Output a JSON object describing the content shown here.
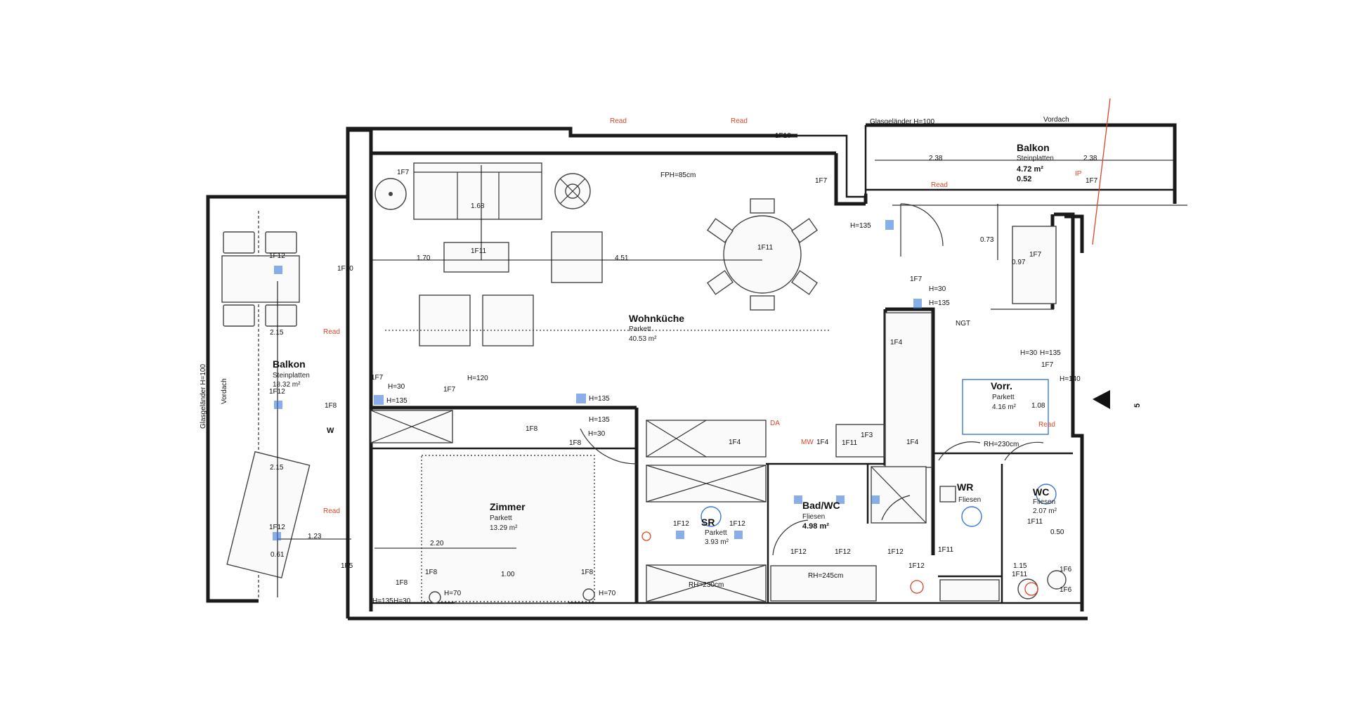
{
  "rooms": {
    "wohnkueche": {
      "name": "Wohnküche",
      "floor": "Parkett",
      "area": "40.53 m²"
    },
    "zimmer": {
      "name": "Zimmer",
      "floor": "Parkett",
      "area": "13.29 m²"
    },
    "balkon_left": {
      "name": "Balkon",
      "floor": "Steinplatten",
      "area": "18.32 m²"
    },
    "balkon_top": {
      "name": "Balkon",
      "floor": "Steinplatten",
      "area": "4.72 m²",
      "extra": "0.52"
    },
    "bad_wc": {
      "name": "Bad/WC",
      "floor": "Fliesen",
      "area": "4.98 m²"
    },
    "sr": {
      "name": "SR",
      "floor": "Parkett",
      "area": "3.93 m²"
    },
    "vorr": {
      "name": "Vorr.",
      "floor": "Parkett",
      "area": "4.16 m²"
    },
    "wc": {
      "name": "WC",
      "floor": "Fliesen",
      "area": "2.07 m²"
    },
    "wr": {
      "name": "WR",
      "floor": "Fliesen"
    }
  },
  "labels": {
    "fph": "FPH=85cm",
    "glasgelaender_top": "Glasgeländer H=100",
    "glasgelaender_left": "Glasgeländer H=100",
    "vordach_top": "Vordach",
    "vordach_left": "Vordach",
    "ngt": "NGT",
    "read": "Read",
    "rh_230": "RH=230cm",
    "rh_245": "RH=245cm",
    "h120": "H=120",
    "h135": "H=135",
    "h30": "H=30",
    "h70": "H=70",
    "h140": "H=140",
    "mw": "MW",
    "da": "DA",
    "w": "W",
    "ip": "IP",
    "section": "5"
  },
  "circuits": {
    "f7": "1F7",
    "f8": "1F8",
    "f10": "1F10",
    "f11": "1F11",
    "f12": "1F12",
    "f4": "1F4",
    "f5": "1F5",
    "f3": "1F3",
    "f6": "1F6"
  },
  "dimensions": {
    "d168": "1.68",
    "d170": "1.70",
    "d451": "4.51",
    "d215a": "2.15",
    "d215b": "2.15",
    "d123": "1.23",
    "d061": "0.61",
    "d220": "2.20",
    "d100": "1.00",
    "d238a": "2.38",
    "d238b": "2.38",
    "d073": "0.73",
    "d097": "0.97",
    "d108": "1.08",
    "d050": "0.50",
    "d115": "1.15"
  }
}
